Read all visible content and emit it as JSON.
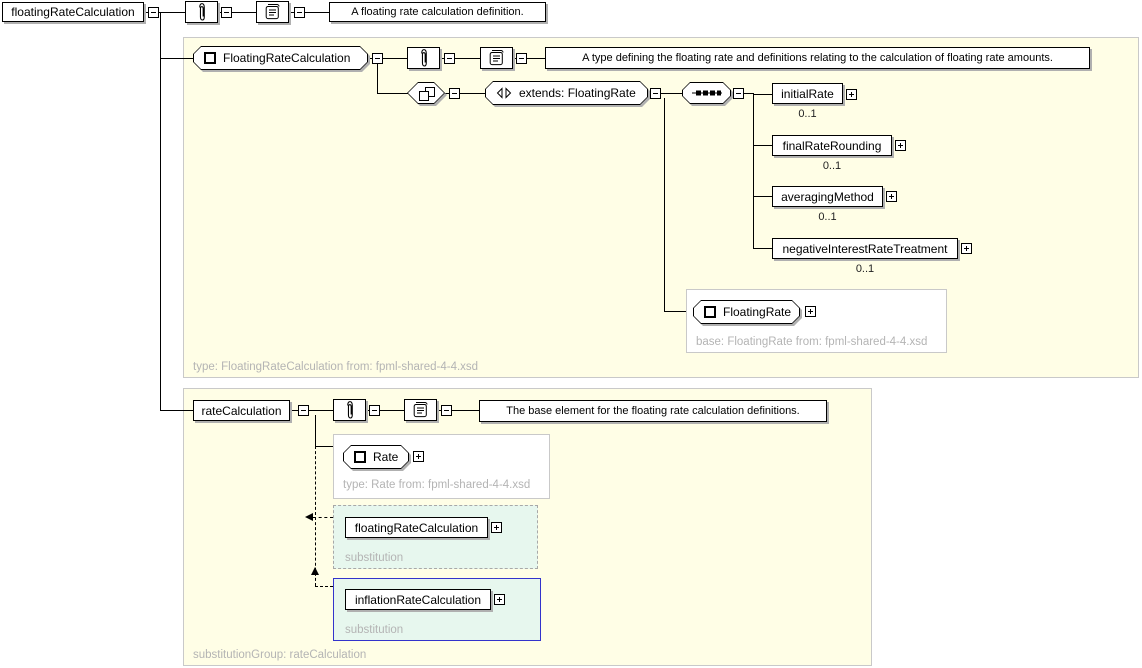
{
  "diagram": {
    "head": {
      "element": "floatingRateCalculation",
      "annotation": "A floating rate calculation definition."
    },
    "type_section": {
      "type_name": "FloatingRateCalculation",
      "annotation": "A type defining the floating rate and definitions relating to the calculation of floating rate amounts.",
      "extends_label": "extends: FloatingRate",
      "children": [
        {
          "name": "initialRate",
          "cardinality": "0..1"
        },
        {
          "name": "finalRateRounding",
          "cardinality": "0..1"
        },
        {
          "name": "averagingMethod",
          "cardinality": "0..1"
        },
        {
          "name": "negativeInterestRateTreatment",
          "cardinality": "0..1"
        }
      ],
      "base_type": {
        "name": "FloatingRate",
        "caption": "base: FloatingRate from: fpml-shared-4-4.xsd"
      },
      "footer": "type: FloatingRateCalculation from: fpml-shared-4-4.xsd"
    },
    "substitution_section": {
      "element": "rateCalculation",
      "annotation": "The base element for the floating rate calculation definitions.",
      "type_ref": {
        "name": "Rate",
        "caption": "type: Rate from: fpml-shared-4-4.xsd"
      },
      "substitutions": [
        {
          "name": "floatingRateCalculation",
          "caption": "substitution"
        },
        {
          "name": "inflationRateCalculation",
          "caption": "substitution"
        }
      ],
      "footer": "substitutionGroup: rateCalculation"
    },
    "colors": {
      "group_bg": "#fffee6",
      "nested_bg": "#ffffff",
      "substitution_bg": "#e7f7ee",
      "substitution_highlight_border": "#3333cc",
      "caption_text": "#b4b4b4",
      "shadow": "#b0b0b0"
    }
  }
}
